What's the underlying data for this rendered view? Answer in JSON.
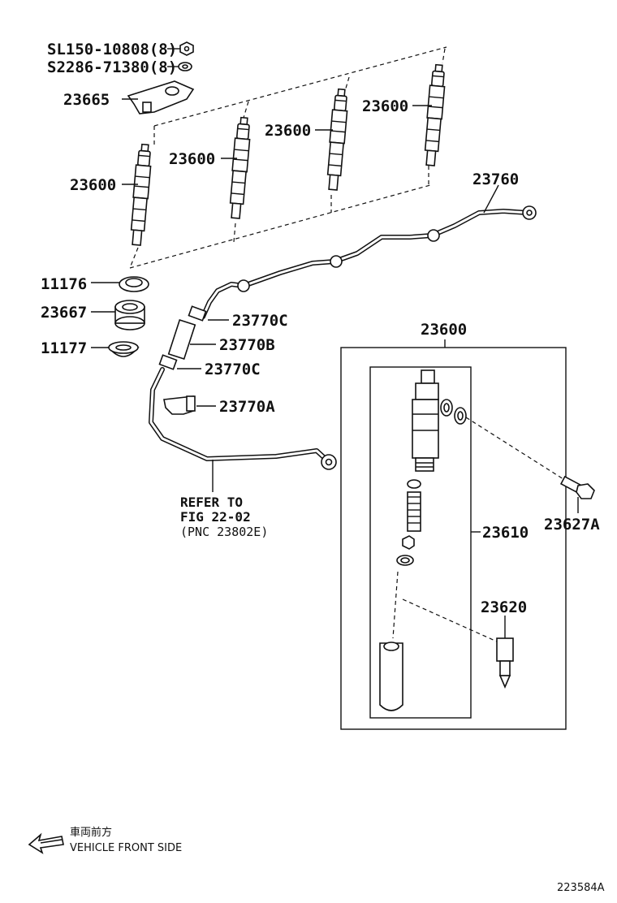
{
  "labels": {
    "nut": "SL150-10808(8)",
    "washer": "S2286-71380(8)",
    "clamp": "23665",
    "injector_1": "23600",
    "injector_2": "23600",
    "injector_3": "23600",
    "injector_4": "23600",
    "return_pipe": "23760",
    "seat_gasket": "11176",
    "insulator": "23667",
    "holder_gasket": "11177",
    "hose_clamp_upper": "23770C",
    "hose": "23770B",
    "hose_clamp_lower": "23770C",
    "pipe_clamp": "23770A",
    "detail_injector": "23600",
    "holder_set": "23610",
    "bolt": "23627A",
    "nozzle": "23620"
  },
  "refer": {
    "line1": "REFER TO",
    "line2": "FIG 22-02",
    "line3": "(PNC 23802E)"
  },
  "direction": {
    "japanese": "車両前方",
    "english": "VEHICLE FRONT SIDE"
  },
  "figure_id": "223584A"
}
